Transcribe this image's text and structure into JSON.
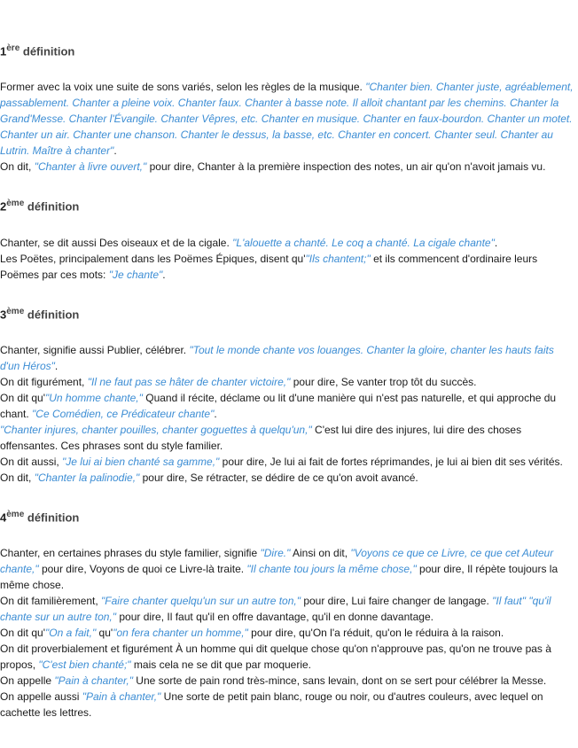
{
  "sections": [
    {
      "num": "1",
      "sup": "ère",
      "label": "définition",
      "lines": [
        [
          {
            "t": "Former avec la voix une suite de sons variés, selon les règles de la musique. "
          },
          {
            "t": "\"Chanter bien. Chanter juste, agréablement, passablement. Chanter a pleine voix. Chanter faux. Chanter à basse note. Il alloit chantant par les chemins. Chanter la Grand'Messe. Chanter l'Évangile. Chanter Vêpres, etc. Chanter en musique. Chanter en faux-bourdon. Chanter un motet. Chanter un air. Chanter une chanson. Chanter le dessus, la basse, etc. Chanter en concert. Chanter seul. Chanter au Lutrin. Maître à chanter\"",
            "q": true
          },
          {
            "t": "."
          }
        ],
        [
          {
            "t": "On dit, "
          },
          {
            "t": "\"Chanter à livre ouvert,\"",
            "q": true
          },
          {
            "t": " pour dire, Chanter à la première inspection des notes, un air qu'on n'avoit jamais vu."
          }
        ]
      ]
    },
    {
      "num": "2",
      "sup": "ème",
      "label": "définition",
      "lines": [
        [
          {
            "t": "Chanter, se dit aussi Des oiseaux et de la cigale. "
          },
          {
            "t": "\"L'alouette a chanté. Le coq a chanté. La cigale chante\"",
            "q": true
          },
          {
            "t": "."
          }
        ],
        [
          {
            "t": "Les Poëtes, principalement dans les Poëmes Épiques, disent qu'"
          },
          {
            "t": "\"Ils chantent;\"",
            "q": true
          },
          {
            "t": " et ils commencent d'ordinaire leurs Poëmes par ces mots: "
          },
          {
            "t": "\"Je chante\"",
            "q": true
          },
          {
            "t": "."
          }
        ]
      ]
    },
    {
      "num": "3",
      "sup": "ème",
      "label": "définition",
      "lines": [
        [
          {
            "t": "Chanter, signifie aussi Publier, célébrer. "
          },
          {
            "t": "\"Tout le monde chante vos louanges. Chanter la gloire, chanter les hauts faits d'un Héros\"",
            "q": true
          },
          {
            "t": "."
          }
        ],
        [
          {
            "t": "On dit figurément, "
          },
          {
            "t": "\"Il ne faut pas se hâter de chanter victoire,\"",
            "q": true
          },
          {
            "t": " pour dire, Se vanter trop tôt du succès."
          }
        ],
        [
          {
            "t": "On dit qu'"
          },
          {
            "t": "\"Un homme chante,\"",
            "q": true
          },
          {
            "t": " Quand il récite, déclame ou lit d'une manière qui n'est pas naturelle, et qui approche du chant. "
          },
          {
            "t": "\"Ce Comédien, ce Prédicateur chante\"",
            "q": true
          },
          {
            "t": "."
          }
        ],
        [
          {
            "t": "\"Chanter injures, chanter pouilles, chanter goguettes à quelqu'un,\"",
            "q": true
          },
          {
            "t": " C'est lui dire des injures, lui dire des choses offensantes. Ces phrases sont du style familier."
          }
        ],
        [
          {
            "t": "On dit aussi, "
          },
          {
            "t": "\"Je lui ai bien chanté sa gamme,\"",
            "q": true
          },
          {
            "t": " pour dire, Je lui ai fait de fortes réprimandes, je lui ai bien dit ses vérités."
          }
        ],
        [
          {
            "t": "On dit, "
          },
          {
            "t": "\"Chanter la palinodie,\"",
            "q": true
          },
          {
            "t": " pour dire, Se rétracter, se dédire de ce qu'on avoit avancé."
          }
        ]
      ]
    },
    {
      "num": "4",
      "sup": "ème",
      "label": "définition",
      "lines": [
        [
          {
            "t": "Chanter, en certaines phrases du style familier, signifie "
          },
          {
            "t": "\"Dire.\"",
            "q": true
          },
          {
            "t": " Ainsi on dit, "
          },
          {
            "t": "\"Voyons ce que ce Livre, ce que cet Auteur chante,\"",
            "q": true
          },
          {
            "t": " pour dire, Voyons de quoi ce Livre-là traite. "
          },
          {
            "t": "\"Il chante tou jours la même chose,\"",
            "q": true
          },
          {
            "t": " pour dire, Il répète toujours la même chose."
          }
        ],
        [
          {
            "t": "On dit familièrement, "
          },
          {
            "t": "\"Faire chanter quelqu'un sur un autre ton,\"",
            "q": true
          },
          {
            "t": " pour dire, Lui faire changer de langage. "
          },
          {
            "t": "\"Il faut\" \"qu'il chante sur un autre ton,\"",
            "q": true
          },
          {
            "t": " pour dire, Il faut qu'il en offre davantage, qu'il en donne davantage."
          }
        ],
        [
          {
            "t": "On dit qu'"
          },
          {
            "t": "\"On a fait,\"",
            "q": true
          },
          {
            "t": " qu'"
          },
          {
            "t": "\"on fera chanter un homme,\"",
            "q": true
          },
          {
            "t": " pour dire, qu'On l'a réduit, qu'on le réduira à la raison."
          }
        ],
        [
          {
            "t": "On dit proverbialement et figurément À un homme qui dit quelque chose qu'on n'approuve pas, qu'on ne trouve pas à propos, "
          },
          {
            "t": "\"C'est bien chanté;\"",
            "q": true
          },
          {
            "t": " mais cela ne se dit que par moquerie."
          }
        ],
        [
          {
            "t": "On appelle "
          },
          {
            "t": "\"Pain à chanter,\"",
            "q": true
          },
          {
            "t": " Une sorte de pain rond très-mince, sans levain, dont on se sert pour célébrer la Messe."
          }
        ],
        [
          {
            "t": "On appelle aussi "
          },
          {
            "t": "\"Pain à chanter,\"",
            "q": true
          },
          {
            "t": " Une sorte de petit pain blanc, rouge ou noir, ou d'autres couleurs, avec lequel on cachette les lettres."
          }
        ]
      ]
    }
  ],
  "colors": {
    "quote": "#3c8dd4",
    "heading": "#444444",
    "text": "#1a1a1a"
  }
}
